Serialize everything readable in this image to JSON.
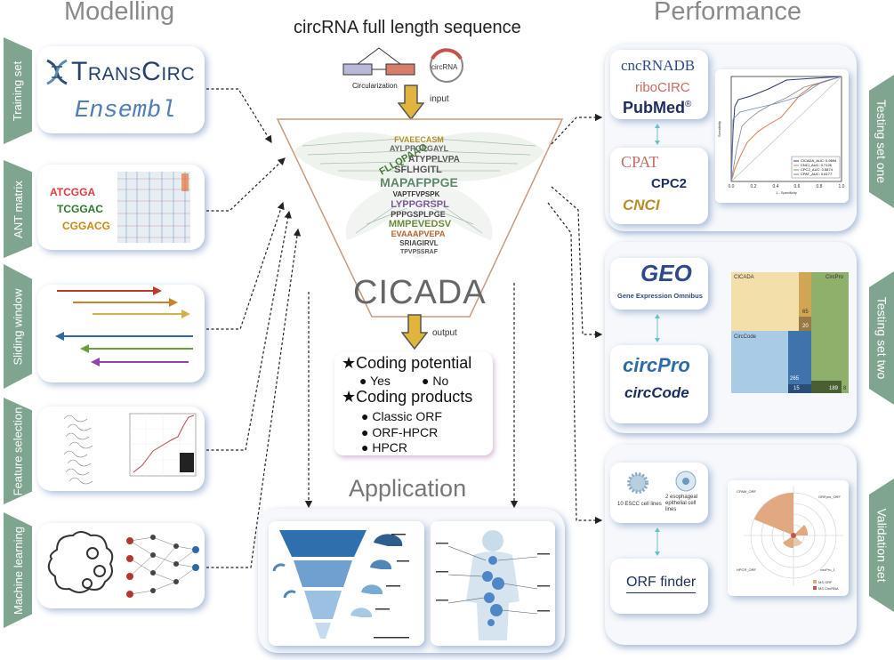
{
  "headers": {
    "modelling": "Modelling",
    "performance": "Performance",
    "sequence": "circRNA full length sequence",
    "application": "Application"
  },
  "labels": {
    "circularization": "Circularization",
    "circrna_badge": "circRNA",
    "input": "input",
    "output": "output",
    "cicada": "CICADA"
  },
  "left_tabs": [
    "Training set",
    "ANT matrix",
    "Sliding window",
    "Feature selection",
    "Machine learning"
  ],
  "right_tabs": [
    "Testing set one",
    "Testing set two",
    "Validation set"
  ],
  "training": {
    "transcirc": "TransCirc",
    "ensembl": "Ensembl"
  },
  "ant_seqs": [
    "ATCGGA",
    "TCGGAC",
    "CGGACG"
  ],
  "coding": {
    "potential": "Coding potential",
    "yes": "Yes",
    "no": "No",
    "products": "Coding products",
    "items": [
      "Classic ORF",
      "ORF-HPCR",
      "HPCR"
    ]
  },
  "panel1": {
    "dbs": [
      "cncRNADB",
      "riboCIRC",
      "PubMed"
    ],
    "pubmed_reg": "®",
    "tools": [
      "CPAT",
      "CPC2",
      "CNCI"
    ]
  },
  "panel2": {
    "geo": "GEO",
    "geo_sub": "Gene Expression Omnibus",
    "circpro": "circPro",
    "circcode": "circCode"
  },
  "panel3": {
    "escc": "10 ESCC cell lines",
    "epi": "2 esophageal epithelial cell lines",
    "orf": "ORF finder"
  },
  "treemap": {
    "labels": [
      "CICADA",
      "CircPro",
      "CircCode"
    ],
    "numbers": [
      "65",
      "20",
      "265",
      "15",
      "189",
      "8"
    ]
  },
  "roc_legend": [
    "CICADA_AUC: 0.9694",
    "CNCI_AUC: 0.7126",
    "CPC2_AUC: 0.5874",
    "CPAT_AUC: 0.6177"
  ],
  "roc_axes": {
    "x": "1 - Specificity",
    "y": "Sensitivity",
    "ticks": [
      "0.0",
      "0.2",
      "0.4",
      "0.6",
      "0.8",
      "1.0"
    ]
  },
  "word_cloud": [
    "FVAEECASM",
    "AYLPPGPGAYL",
    "FLLQPAAQ",
    "ATYPPLVPA",
    "SFLHGITL",
    "MAPAFPPGE",
    "VAPTFVPSPK",
    "LYPPGRSPL",
    "PPPGSPLPGE",
    "MMPEVEDSV",
    "EVAAAPVEPA",
    "SRIAGIRVL",
    "TPVPSSRAF"
  ],
  "radial": {
    "segments": [
      "CPAM_ORF",
      "ORFpro_ORF",
      "circPro_1",
      "HPCR_ORF"
    ],
    "legend": [
      "MS ORF",
      "MS CircRNA"
    ]
  }
}
